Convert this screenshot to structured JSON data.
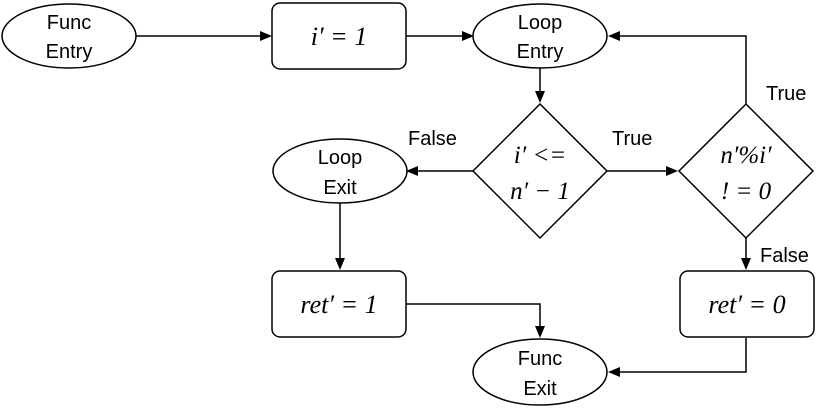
{
  "nodes": {
    "func_entry": {
      "line1": "Func",
      "line2": "Entry"
    },
    "init": {
      "label": "i′ = 1"
    },
    "loop_entry": {
      "line1": "Loop",
      "line2": "Entry"
    },
    "cond": {
      "line1": "i′ <=",
      "line2": "n′ − 1"
    },
    "mod": {
      "line1": "n′%i′",
      "line2": "! = 0"
    },
    "loop_exit": {
      "line1": "Loop",
      "line2": "Exit"
    },
    "ret1": {
      "label": "ret′ = 1"
    },
    "ret0": {
      "label": "ret′ = 0"
    },
    "func_exit": {
      "line1": "Func",
      "line2": "Exit"
    }
  },
  "edges": {
    "cond_false": "False",
    "cond_true": "True",
    "mod_true": "True",
    "mod_false": "False"
  }
}
